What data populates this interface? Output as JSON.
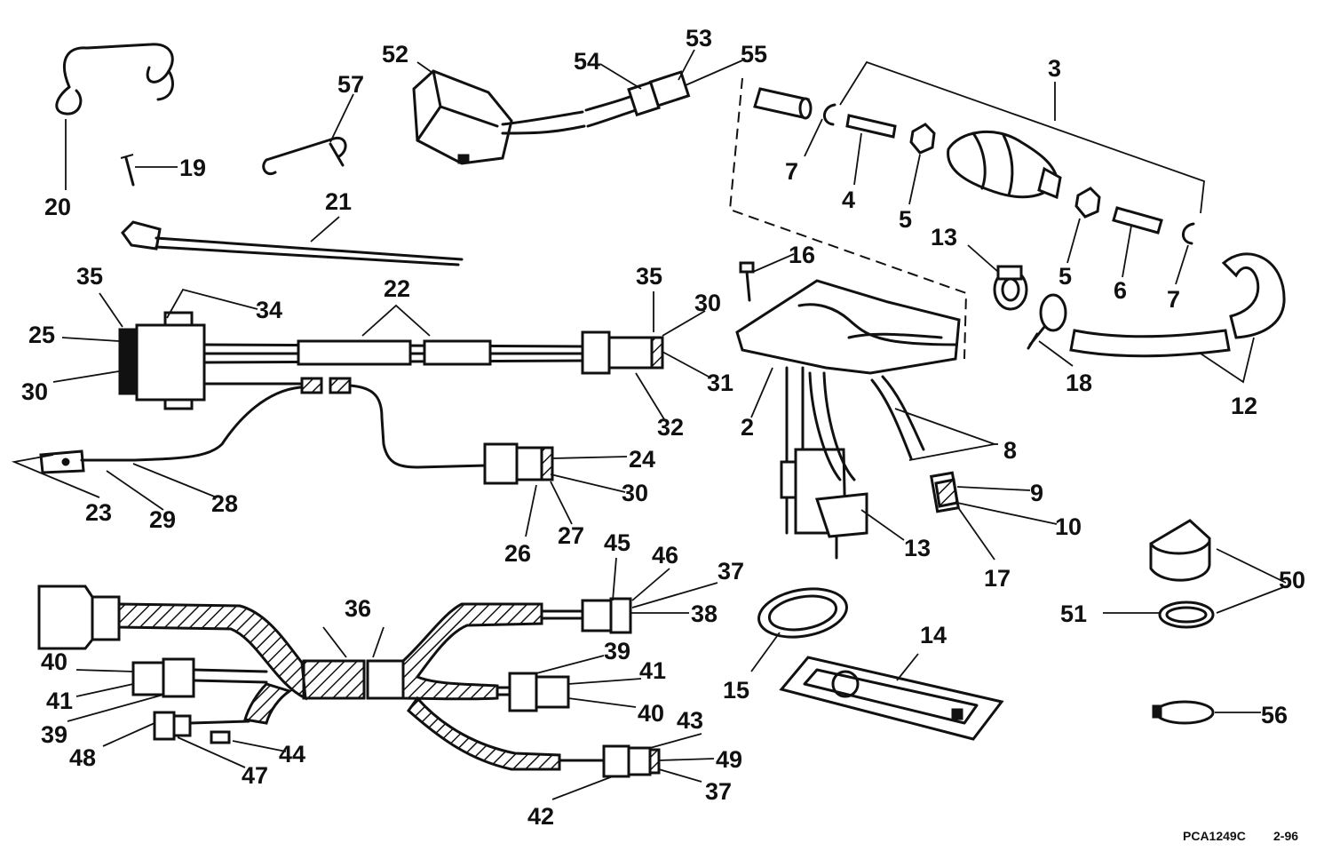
{
  "callouts": [
    {
      "id": "c3",
      "text": "3"
    },
    {
      "id": "c52",
      "text": "52"
    },
    {
      "id": "c53",
      "text": "53"
    },
    {
      "id": "c54",
      "text": "54"
    },
    {
      "id": "c55",
      "text": "55"
    },
    {
      "id": "c57",
      "text": "57"
    },
    {
      "id": "c19",
      "text": "19"
    },
    {
      "id": "c20",
      "text": "20"
    },
    {
      "id": "c7a",
      "text": "7"
    },
    {
      "id": "c4",
      "text": "4"
    },
    {
      "id": "c5a",
      "text": "5"
    },
    {
      "id": "c13a",
      "text": "13"
    },
    {
      "id": "c5b",
      "text": "5"
    },
    {
      "id": "c6",
      "text": "6"
    },
    {
      "id": "c7b",
      "text": "7"
    },
    {
      "id": "c16",
      "text": "16"
    },
    {
      "id": "c21",
      "text": "21"
    },
    {
      "id": "c35a",
      "text": "35"
    },
    {
      "id": "c22",
      "text": "22"
    },
    {
      "id": "c35b",
      "text": "35"
    },
    {
      "id": "c34",
      "text": "34"
    },
    {
      "id": "c30a",
      "text": "30"
    },
    {
      "id": "c25",
      "text": "25"
    },
    {
      "id": "c31",
      "text": "31"
    },
    {
      "id": "c30b",
      "text": "30"
    },
    {
      "id": "c32",
      "text": "32"
    },
    {
      "id": "c2",
      "text": "2"
    },
    {
      "id": "c18",
      "text": "18"
    },
    {
      "id": "c12",
      "text": "12"
    },
    {
      "id": "c8",
      "text": "8"
    },
    {
      "id": "c24",
      "text": "24"
    },
    {
      "id": "c9",
      "text": "9"
    },
    {
      "id": "c28",
      "text": "28"
    },
    {
      "id": "c30c",
      "text": "30"
    },
    {
      "id": "c23",
      "text": "23"
    },
    {
      "id": "c29",
      "text": "29"
    },
    {
      "id": "c10",
      "text": "10"
    },
    {
      "id": "c26",
      "text": "26"
    },
    {
      "id": "c27",
      "text": "27"
    },
    {
      "id": "c13b",
      "text": "13"
    },
    {
      "id": "c17",
      "text": "17"
    },
    {
      "id": "c45",
      "text": "45"
    },
    {
      "id": "c46",
      "text": "46"
    },
    {
      "id": "c37a",
      "text": "37"
    },
    {
      "id": "c50",
      "text": "50"
    },
    {
      "id": "c36",
      "text": "36"
    },
    {
      "id": "c38",
      "text": "38"
    },
    {
      "id": "c51",
      "text": "51"
    },
    {
      "id": "c14",
      "text": "14"
    },
    {
      "id": "c39a",
      "text": "39"
    },
    {
      "id": "c40a",
      "text": "40"
    },
    {
      "id": "c41a",
      "text": "41"
    },
    {
      "id": "c41b",
      "text": "41"
    },
    {
      "id": "c15",
      "text": "15"
    },
    {
      "id": "c39b",
      "text": "39"
    },
    {
      "id": "c40b",
      "text": "40"
    },
    {
      "id": "c56",
      "text": "56"
    },
    {
      "id": "c43",
      "text": "43"
    },
    {
      "id": "c44",
      "text": "44"
    },
    {
      "id": "c48",
      "text": "48"
    },
    {
      "id": "c49",
      "text": "49"
    },
    {
      "id": "c47",
      "text": "47"
    },
    {
      "id": "c37b",
      "text": "37"
    },
    {
      "id": "c42",
      "text": "42"
    }
  ],
  "footer": {
    "drawing_code": "PCA1249C",
    "revision": "2-96"
  }
}
